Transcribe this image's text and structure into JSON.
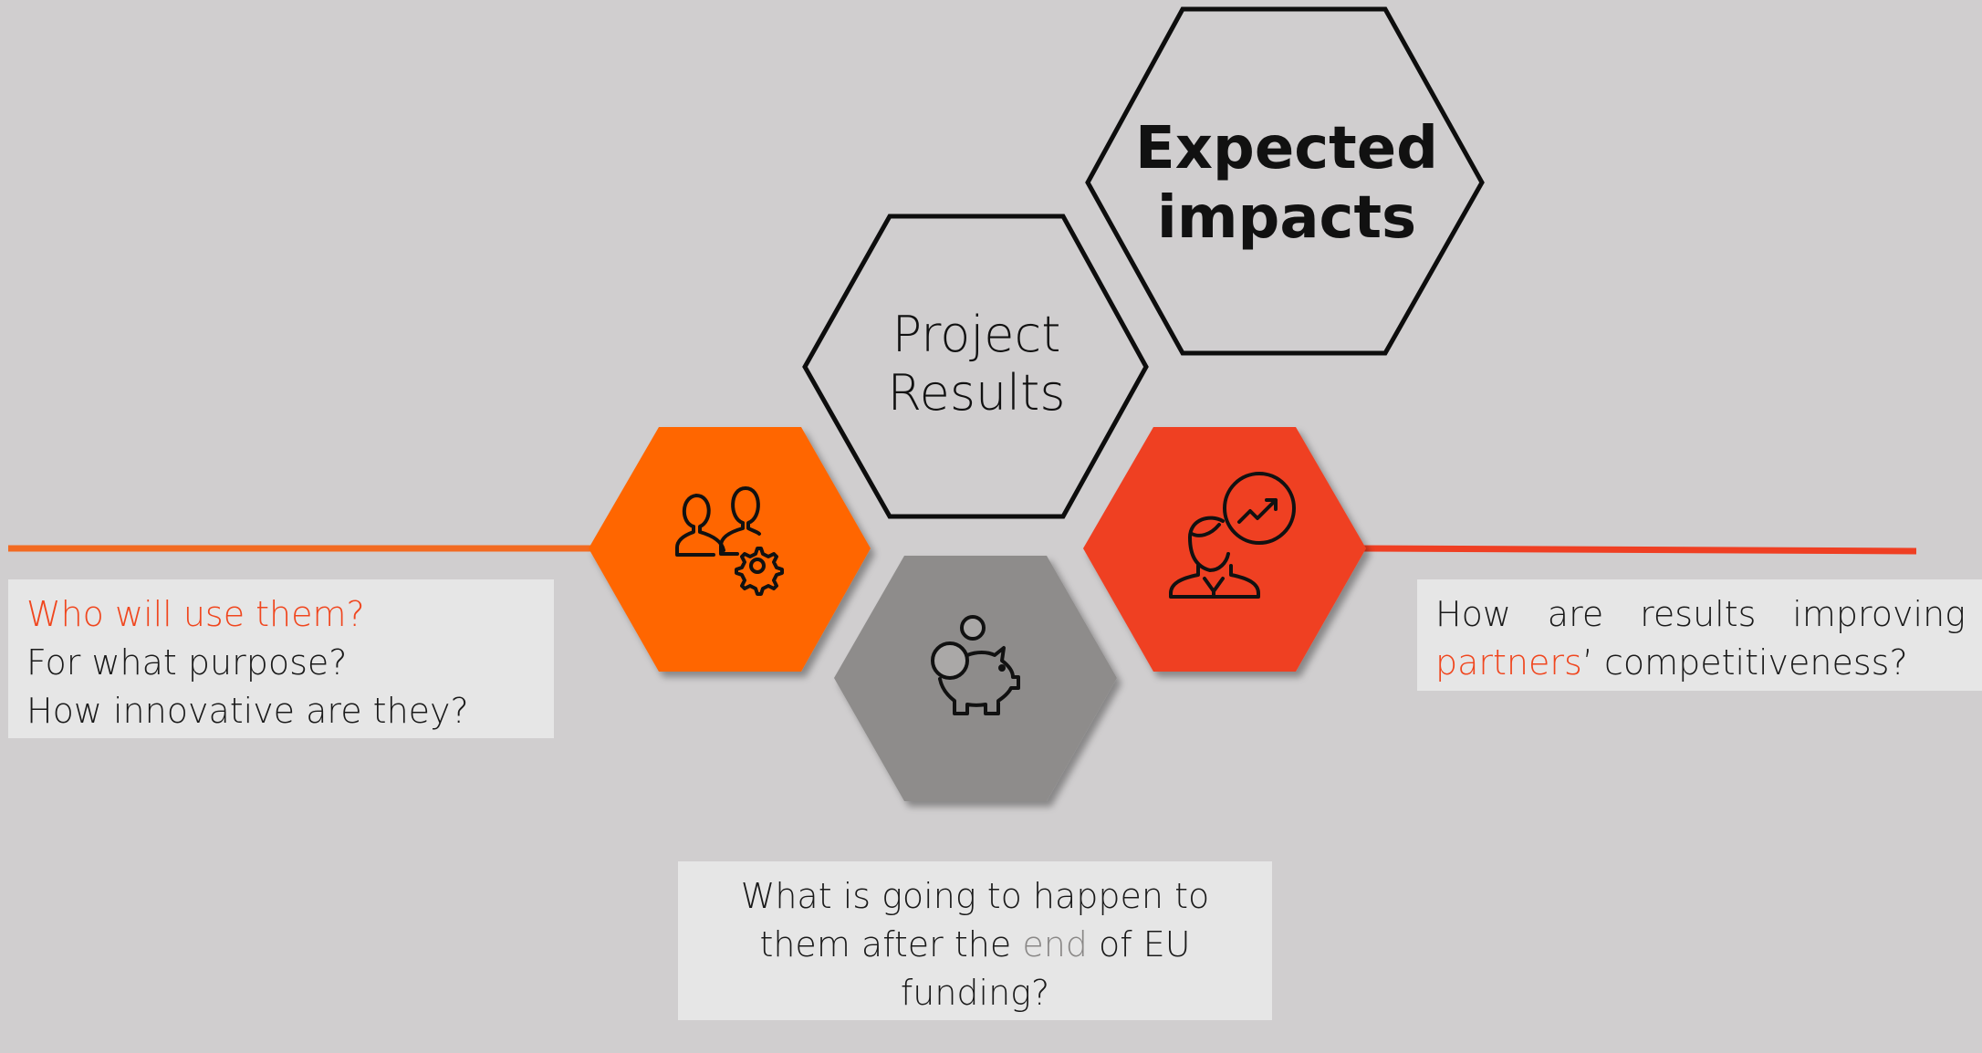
{
  "hexagons": {
    "project_results": {
      "line1": "Project",
      "line2": "Results"
    },
    "expected_impacts": {
      "line1": "Expected",
      "line2": "impacts"
    }
  },
  "left_box": {
    "line1": "Who will use them?",
    "line2": "For what purpose?",
    "line3": "How innovative are they?"
  },
  "right_box": {
    "line1_words": [
      "How",
      "are",
      "results",
      "improving"
    ],
    "line2_highlight": "partners",
    "line2_rest": "’ competitiveness?"
  },
  "bottom_box": {
    "line1": "What is going to happen to",
    "line2_before": "them after the ",
    "line2_highlight": "end",
    "line2_after": " of EU",
    "line3": "funding?"
  },
  "colors": {
    "background": "#d0cecf",
    "orange": "#ff6600",
    "red_orange": "#ef3f23",
    "grey": "#8e8c8b",
    "text_accent": "#f0461e"
  },
  "icons": [
    "users-gear-icon",
    "piggy-bank-icon",
    "growth-person-icon"
  ]
}
